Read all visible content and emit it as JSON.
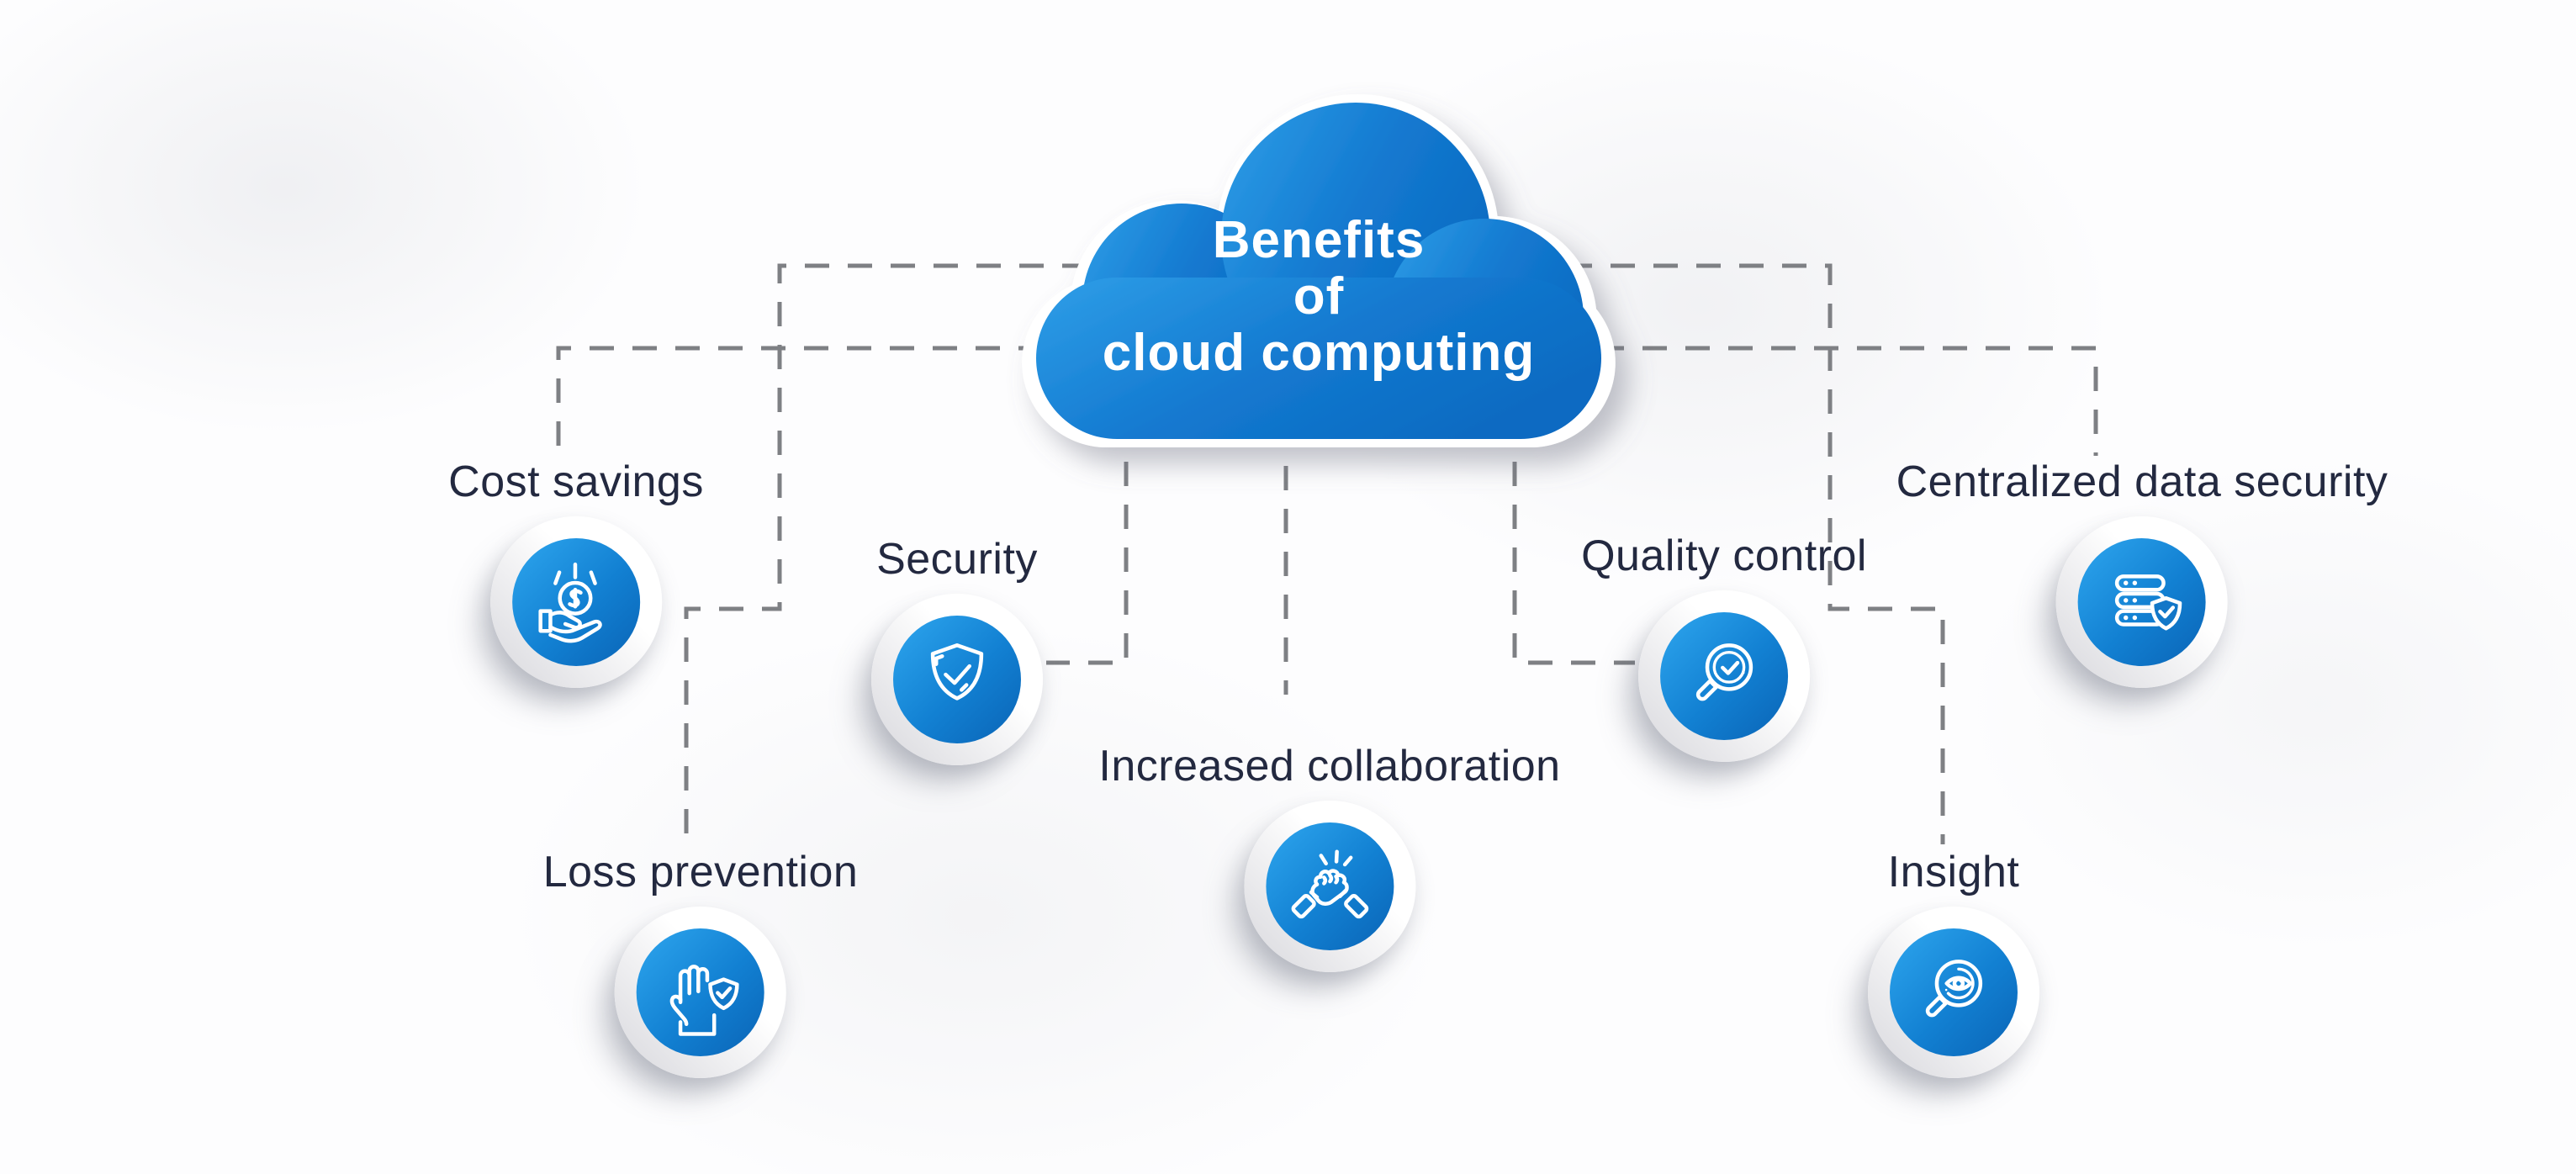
{
  "title": {
    "line1": "Benefits",
    "line2": "of",
    "line3": "cloud computing"
  },
  "nodes": [
    {
      "id": "cost-savings",
      "label": "Cost savings",
      "icon": "money-hand-icon"
    },
    {
      "id": "security",
      "label": "Security",
      "icon": "shield-check-icon"
    },
    {
      "id": "loss-prevention",
      "label": "Loss prevention",
      "icon": "hand-shield-icon"
    },
    {
      "id": "increased-collaboration",
      "label": "Increased collaboration",
      "icon": "fist-bump-icon"
    },
    {
      "id": "quality-control",
      "label": "Quality control",
      "icon": "magnifier-check-icon"
    },
    {
      "id": "insight",
      "label": "Insight",
      "icon": "magnifier-eye-icon"
    },
    {
      "id": "centralized-data-security",
      "label": "Centralized data security",
      "icon": "server-shield-icon"
    }
  ],
  "colors": {
    "cloud_blue_light": "#2f9fe8",
    "cloud_blue_dark": "#0d6bc2",
    "icon_blue_light": "#2ea6ee",
    "icon_blue_dark": "#0a64b6",
    "label_text": "#232940",
    "title_text": "#ffffff",
    "connector_gray": "#7e8084",
    "background": "#fdfdfe"
  }
}
